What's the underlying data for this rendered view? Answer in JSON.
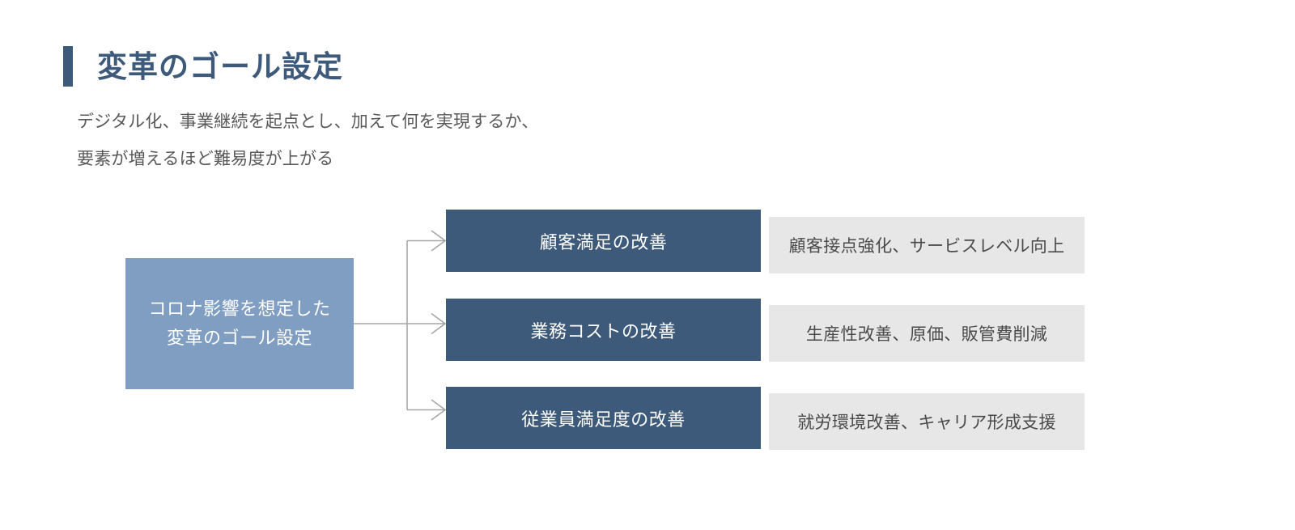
{
  "slide": {
    "title": "変革のゴール設定",
    "subtitle_lines": [
      "デジタル化、事業継続を起点とし、加えて何を実現するか、",
      "要素が増えるほど難易度が上がる"
    ]
  },
  "colors": {
    "title": "#3d5a7a",
    "accent_bar": "#3d5a7a",
    "source_box": "#7f9ec2",
    "goal_box": "#3d5a7a",
    "detail_box": "#e7e7e7",
    "connector": "#a6a6a6",
    "subtitle_text": "#595959",
    "detail_text": "#4a4a4a",
    "background": "#ffffff"
  },
  "diagram": {
    "type": "tree",
    "source": {
      "label_lines": [
        "コロナ影響を想定した",
        "変革のゴール設定"
      ]
    },
    "branches": [
      {
        "goal": "顧客満足の改善",
        "detail": "顧客接点強化、サービスレベル向上"
      },
      {
        "goal": "業務コストの改善",
        "detail": "生産性改善、原価、販管費削減"
      },
      {
        "goal": "従業員満足度の改善",
        "detail": "就労環境改善、キャリア形成支援"
      }
    ]
  }
}
